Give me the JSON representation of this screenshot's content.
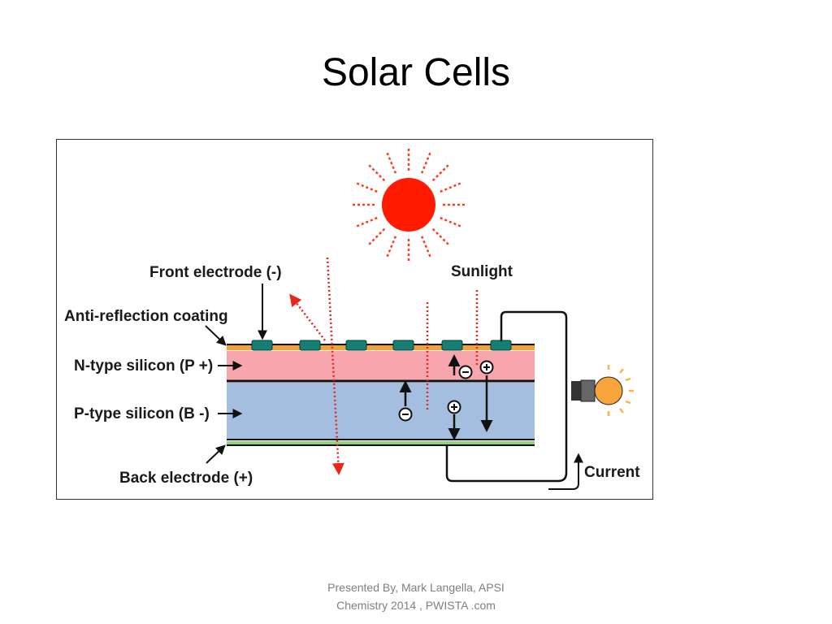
{
  "slide": {
    "title": "Solar Cells"
  },
  "diagram": {
    "labels": {
      "front_electrode": "Front electrode (-)",
      "anti_reflection": "Anti-reflection coating",
      "n_type": "N-type silicon (P +)",
      "p_type": "P-type silicon (B -)",
      "back_electrode": "Back electrode (+)",
      "sunlight": "Sunlight",
      "current": "Current"
    },
    "colors": {
      "sun": "#ff1a00",
      "sun_rays": "#ff3b1f",
      "coating": "#f4a234",
      "electrode": "#157f73",
      "n_type": "#f8a6ae",
      "p_type": "#a4bee0",
      "back_electrode": "#8fd17e",
      "bulb": "#f7a43a",
      "bulb_rays": "#f7b54a",
      "light_ray": "#e8271b"
    },
    "icons": [
      "sun-icon",
      "light-bulb-icon",
      "electron-icon",
      "hole-icon",
      "arrow-icon"
    ]
  },
  "footer": {
    "line1": "Presented By, Mark Langella, APSI",
    "line2": "Chemistry 2014 , PWISTA .com"
  }
}
